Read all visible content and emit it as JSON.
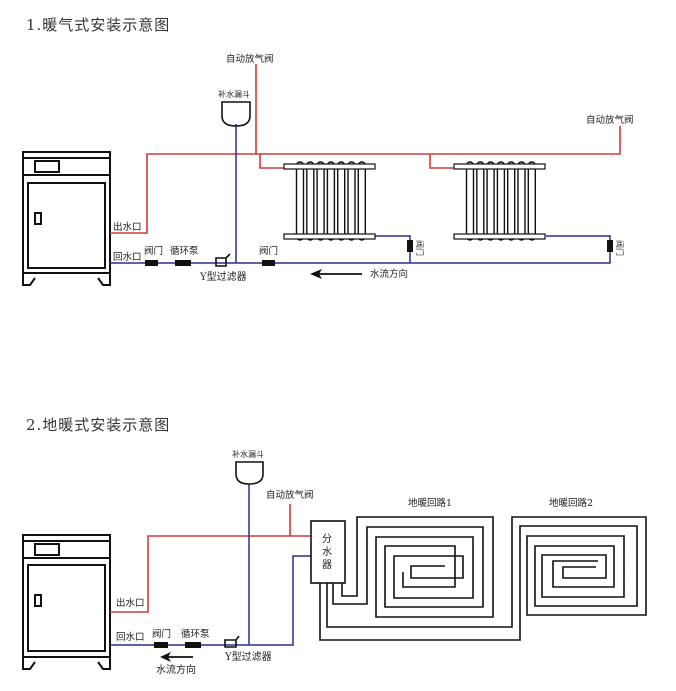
{
  "diagram1": {
    "title": "1.暖气式安装示意图",
    "labels": {
      "air_valve_top": "自动放气阀",
      "air_valve_right": "自动放气阀",
      "funnel": "补水漏斗",
      "outlet": "出水口",
      "inlet": "回水口",
      "valve1": "阀门",
      "pump": "循环泵",
      "y_filter": "Y型过滤器",
      "valve2": "阀门",
      "flow_direction": "水流方向",
      "radiator_valve1": "阀门",
      "radiator_valve2": "阀门"
    },
    "radiators": 2,
    "columns_per_radiator": 7,
    "colors": {
      "supply": "#d43a3a",
      "return": "#2c2f8c"
    }
  },
  "diagram2": {
    "title": "2.地暖式安装示意图",
    "labels": {
      "funnel": "补水漏斗",
      "air_valve": "自动放气阀",
      "manifold_1": "分",
      "manifold_2": "水",
      "manifold_3": "器",
      "loop1": "地暖回路1",
      "loop2": "地暖回路2",
      "outlet": "出水口",
      "inlet": "回水口",
      "valve": "阀门",
      "pump": "循环泵",
      "y_filter": "Y型过滤器",
      "flow_direction": "水流方向"
    },
    "colors": {
      "supply": "#d43a3a",
      "return": "#2c2f8c"
    }
  }
}
